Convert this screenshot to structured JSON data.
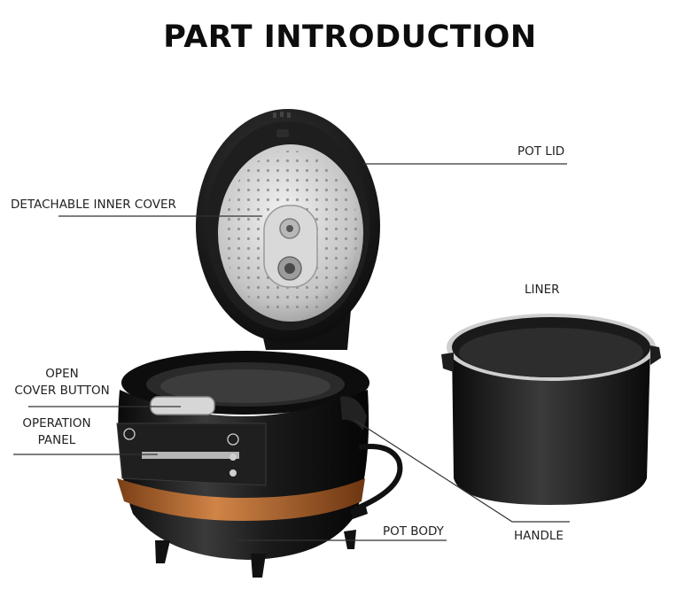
{
  "title": "PART INTRODUCTION",
  "labels": {
    "pot_lid": "POT LID",
    "inner_cover": "DETACHABLE INNER COVER",
    "liner": "LINER",
    "open_cover_button_line1": "OPEN",
    "open_cover_button_line2": "COVER BUTTON",
    "operation_panel_line1": "OPERATION",
    "operation_panel_line2": "PANEL",
    "pot_body": "POT BODY",
    "handle": "HANDLE"
  },
  "colors": {
    "body_black": "#151515",
    "copper_band": "#b8672e",
    "steel": "#c9c9c9",
    "leader_line": "#333333"
  }
}
